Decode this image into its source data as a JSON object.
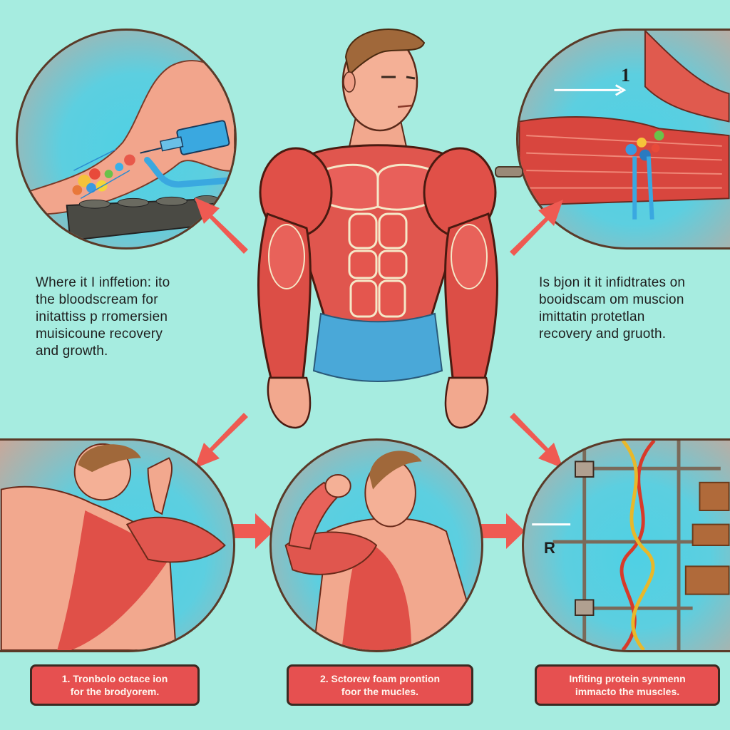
{
  "colors": {
    "background": "#a6ece0",
    "accent_red": "#e65050",
    "muscle": "#e2564e",
    "circle_blue": "#4fd0e4",
    "outline": "#5a3a28"
  },
  "center_figure": {
    "label": "muscular-man-anatomy"
  },
  "captions": {
    "left": "Where it I inffetion: ito\nthe bloodscream for\ninitattiss p rromersien\nmuisicoune recovery\nand growth.",
    "right": "Is bjon it it infidtrates on\nbooidscam om muscion\nimittatin protetlan\nrecovery and gruoth."
  },
  "panels": {
    "top_left": {
      "icon": "syringe-injection-arm"
    },
    "top_right": {
      "icon": "muscle-fiber-injection",
      "tag": "1"
    },
    "bottom_left": {
      "icon": "flexing-back-bicep"
    },
    "bottom_center": {
      "icon": "flexing-bicep-side"
    },
    "bottom_right": {
      "icon": "dna-helix-lab",
      "tag": "R"
    }
  },
  "steps": [
    {
      "label": "1.  Tronbolo octace ion\nfor the brodyorem."
    },
    {
      "label": "2. Sctorew foam prontion\nfoor the mucles."
    },
    {
      "label": "Infiting protein synmenn\nimmacto the muscles."
    }
  ]
}
